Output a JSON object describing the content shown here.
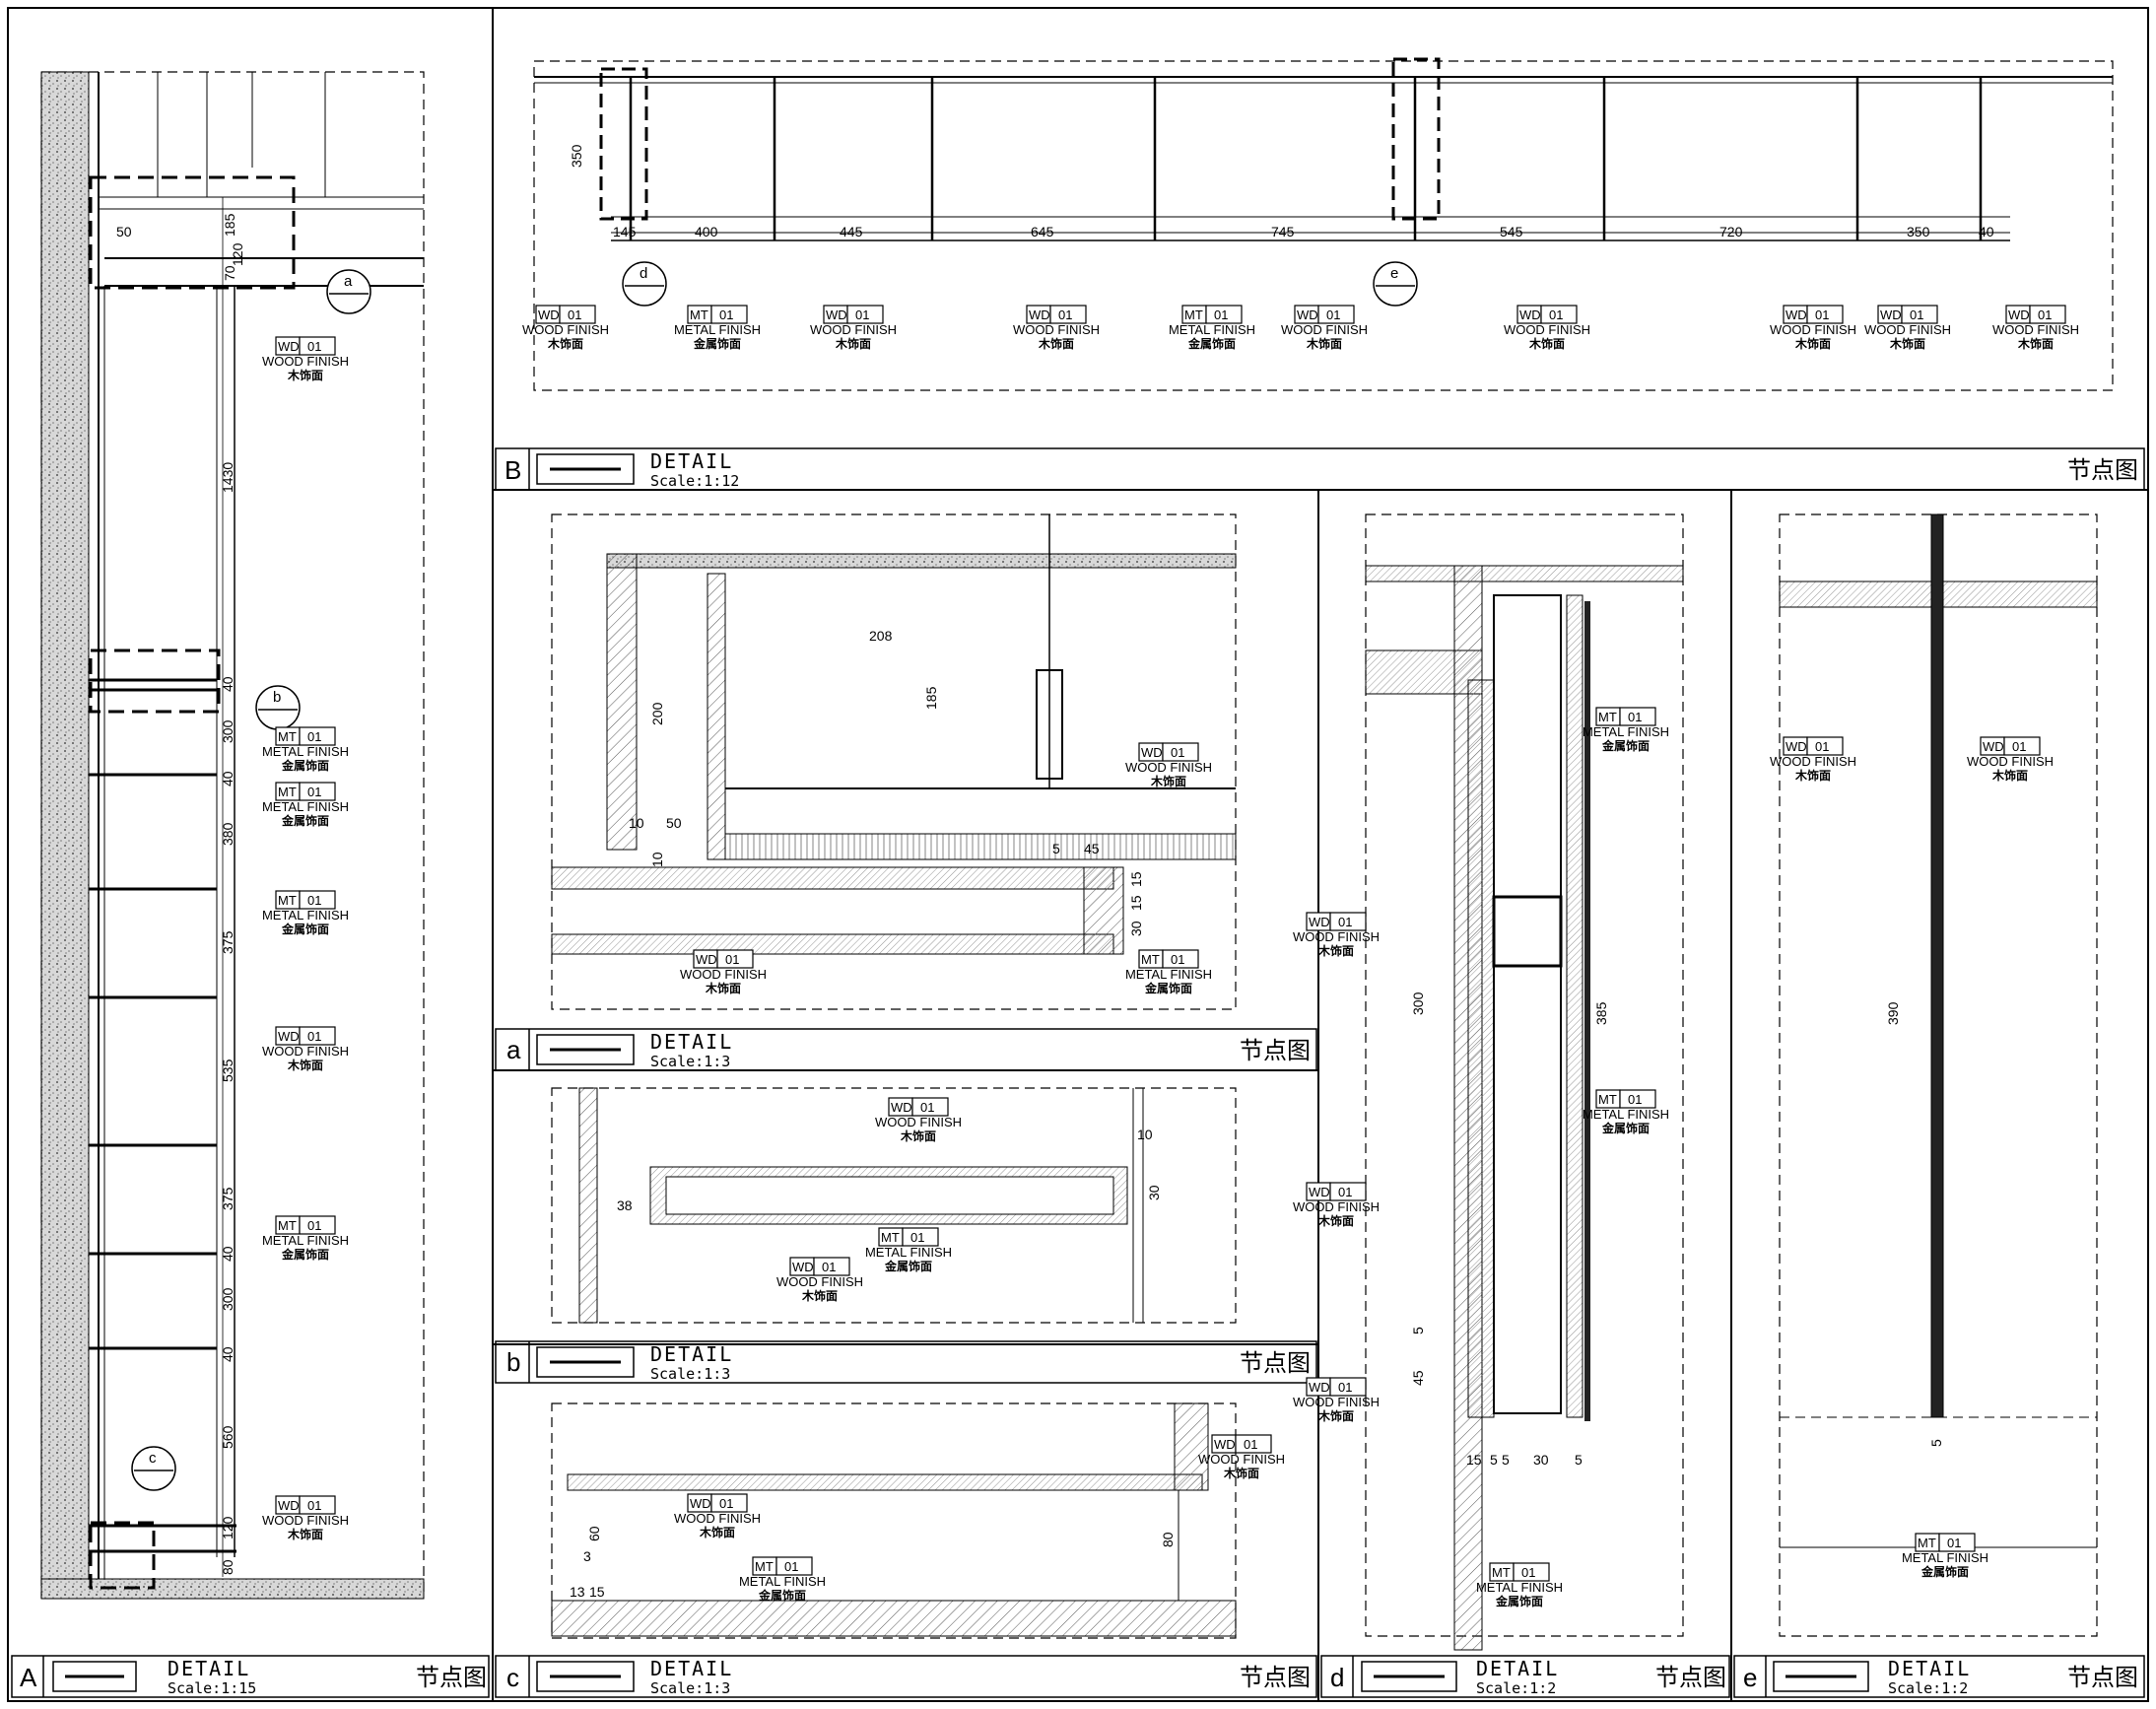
{
  "panels": [
    {
      "id": "A",
      "title": "DETAIL",
      "scale": "1:15",
      "cn": "节点图"
    },
    {
      "id": "B",
      "title": "DETAIL",
      "scale": "1:12",
      "cn": "节点图"
    },
    {
      "id": "a",
      "title": "DETAIL",
      "scale": "1:3",
      "cn": "节点图"
    },
    {
      "id": "b",
      "title": "DETAIL",
      "scale": "1:3",
      "cn": "节点图"
    },
    {
      "id": "c",
      "title": "DETAIL",
      "scale": "1:3",
      "cn": "节点图"
    },
    {
      "id": "d",
      "title": "DETAIL",
      "scale": "1:2",
      "cn": "节点图"
    },
    {
      "id": "e",
      "title": "DETAIL",
      "scale": "1:2",
      "cn": "节点图"
    }
  ],
  "scale_prefix": "Scale:",
  "materials": {
    "wood": {
      "code": "WD",
      "num": "01",
      "en": "WOOD FINISH",
      "cn": "木饰面"
    },
    "metal": {
      "code": "MT",
      "num": "01",
      "en": "METAL FINISH",
      "cn": "金属饰面"
    }
  },
  "dimensions": {
    "A": [
      "50",
      "185",
      "70",
      "1430",
      "300",
      "380",
      "375",
      "535",
      "375",
      "300",
      "560",
      "120",
      "80",
      "40",
      "40",
      "40",
      "40",
      "120"
    ],
    "B": [
      "350",
      "145",
      "400",
      "445",
      "645",
      "745",
      "545",
      "720",
      "350",
      "40"
    ],
    "a": [
      "208",
      "200",
      "185",
      "50",
      "10",
      "10",
      "45",
      "5",
      "15",
      "30",
      "15"
    ],
    "b": [
      "38",
      "10",
      "30"
    ],
    "c": [
      "60",
      "80",
      "13",
      "15",
      "3"
    ],
    "d": [
      "300",
      "385",
      "15",
      "5",
      "5",
      "30",
      "5",
      "45",
      "5"
    ],
    "e": [
      "390",
      "5"
    ]
  },
  "callouts": {
    "A": [
      "a",
      "b",
      "c"
    ],
    "B": [
      "d",
      "e"
    ]
  }
}
